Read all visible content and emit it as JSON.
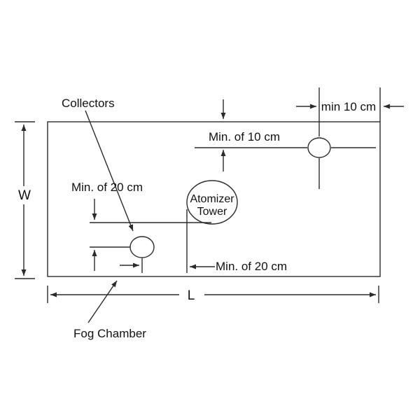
{
  "diagram": {
    "kind": "fog-chamber-layout-schematic",
    "labels": {
      "collectors": "Collectors",
      "min_10_top": "min 10 cm",
      "min_10_inner": "Min. of 10 cm",
      "min_20_upper": "Min. of 20 cm",
      "min_20_lower": "Min. of 20 cm",
      "atomizer_line1": "Atomizer",
      "atomizer_line2": "Tower",
      "width_dim": "W",
      "length_dim": "L",
      "fog_chamber": "Fog Chamber"
    },
    "colors": {
      "line": "#2b2b2b",
      "text": "#111111",
      "background": "#ffffff"
    }
  }
}
